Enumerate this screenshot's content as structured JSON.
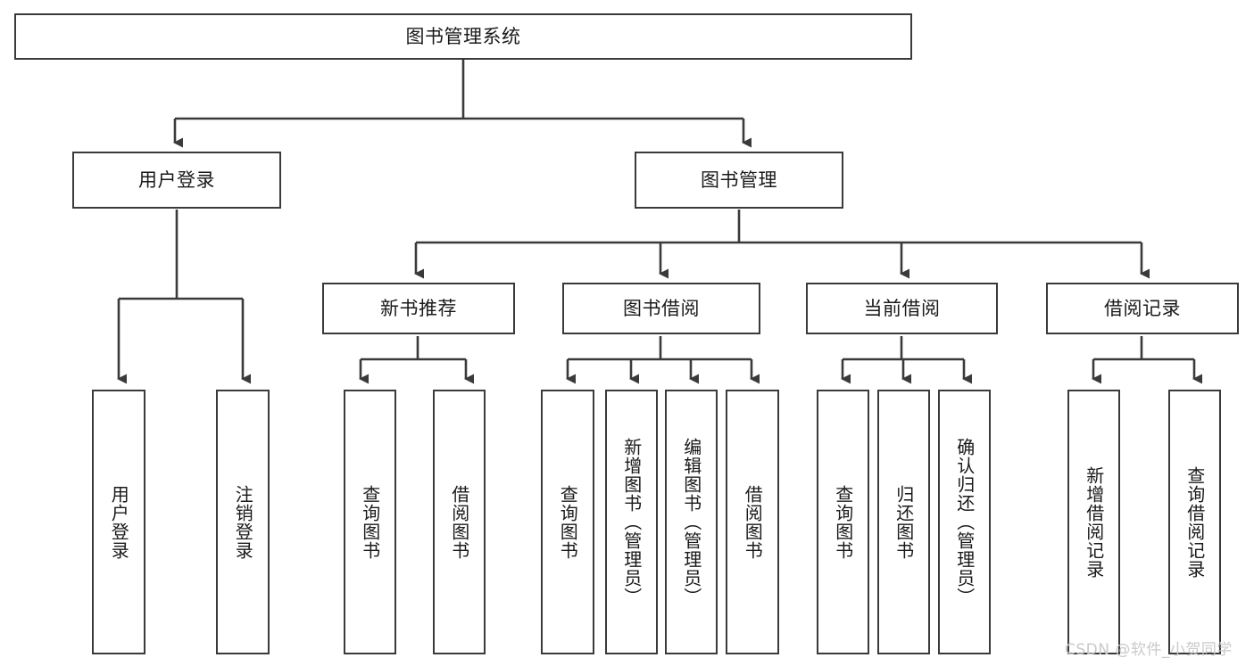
{
  "diagram": {
    "title_node": {
      "label": "图书管理系统"
    },
    "level2": [
      {
        "id": "user-login",
        "label": "用户登录"
      },
      {
        "id": "book-management",
        "label": "图书管理"
      }
    ],
    "level3": [
      {
        "id": "new-book-recommend",
        "label": "新书推荐"
      },
      {
        "id": "book-borrow",
        "label": "图书借阅"
      },
      {
        "id": "current-borrow",
        "label": "当前借阅"
      },
      {
        "id": "borrow-record",
        "label": "借阅记录"
      }
    ],
    "leaves": [
      {
        "id": "leaf-user-login",
        "label": "用户登录"
      },
      {
        "id": "leaf-logout",
        "label": "注销登录"
      },
      {
        "id": "leaf-query-book-1",
        "label": "查询图书"
      },
      {
        "id": "leaf-borrow-book-1",
        "label": "借阅图书"
      },
      {
        "id": "leaf-query-book-2",
        "label": "查询图书"
      },
      {
        "id": "leaf-add-book-admin",
        "label": "新增图书（管理员）"
      },
      {
        "id": "leaf-edit-book-admin",
        "label": "编辑图书（管理员）"
      },
      {
        "id": "leaf-borrow-book-2",
        "label": "借阅图书"
      },
      {
        "id": "leaf-query-book-3",
        "label": "查询图书"
      },
      {
        "id": "leaf-return-book",
        "label": "归还图书"
      },
      {
        "id": "leaf-confirm-return-admin",
        "label": "确认归还（管理员）"
      },
      {
        "id": "leaf-add-borrow-record",
        "label": "新增借阅记录"
      },
      {
        "id": "leaf-query-borrow-record",
        "label": "查询借阅记录"
      }
    ]
  },
  "watermark": {
    "text": "CSDN @软件_小贺同学"
  },
  "colors": {
    "border": "#3a3a3a",
    "text": "#1a1a1a",
    "background": "#ffffff",
    "watermark": "#c9c9c9"
  }
}
